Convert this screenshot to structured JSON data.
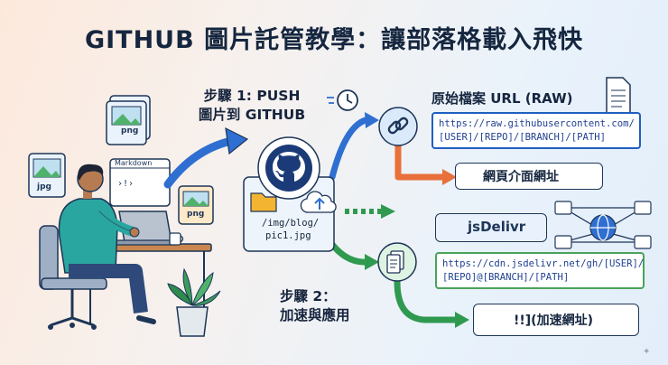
{
  "title": "GITHUB 圖片託管教學：讓部落格載入飛快",
  "step1": {
    "line1": "步驟 1: PUSH",
    "line2": "圖片到 GITHUB"
  },
  "step2": {
    "line1": "步驟 2：",
    "line2": "加速與應用"
  },
  "left_files": {
    "jpg": "jpg",
    "png_top": "png",
    "png_right": "png"
  },
  "markdown_window": {
    "title": "Markdown",
    "snippet": "›!›"
  },
  "repo_path": {
    "line1": "/img/blog/",
    "line2": "pic1.jpg"
  },
  "raw_section": {
    "title": "原始檔案 URL (RAW)",
    "url_line1": "https://raw.githubusercontent.com/",
    "url_line2": "[USER]/[REPO]/[BRANCH]/[PATH]"
  },
  "web_url": {
    "label": "網頁介面網址"
  },
  "jsdelivr": {
    "name": "jsDelivr",
    "url_line1": "https://cdn.jsdelivr.net/gh/[USER]/",
    "url_line2": "[REPO]@[BRANCH]/[PATH]"
  },
  "final": {
    "label": "!!](加速網址)"
  },
  "watermark": "✦",
  "colors": {
    "navy": "#1d3557",
    "blue_arrow": "#2f6fd1",
    "orange_arrow": "#e8703a",
    "green_arrow": "#2f9a4f",
    "url_blue_border": "#1f5fc0",
    "url_green_border": "#4aa35a",
    "red_x": "#e23b2e"
  }
}
